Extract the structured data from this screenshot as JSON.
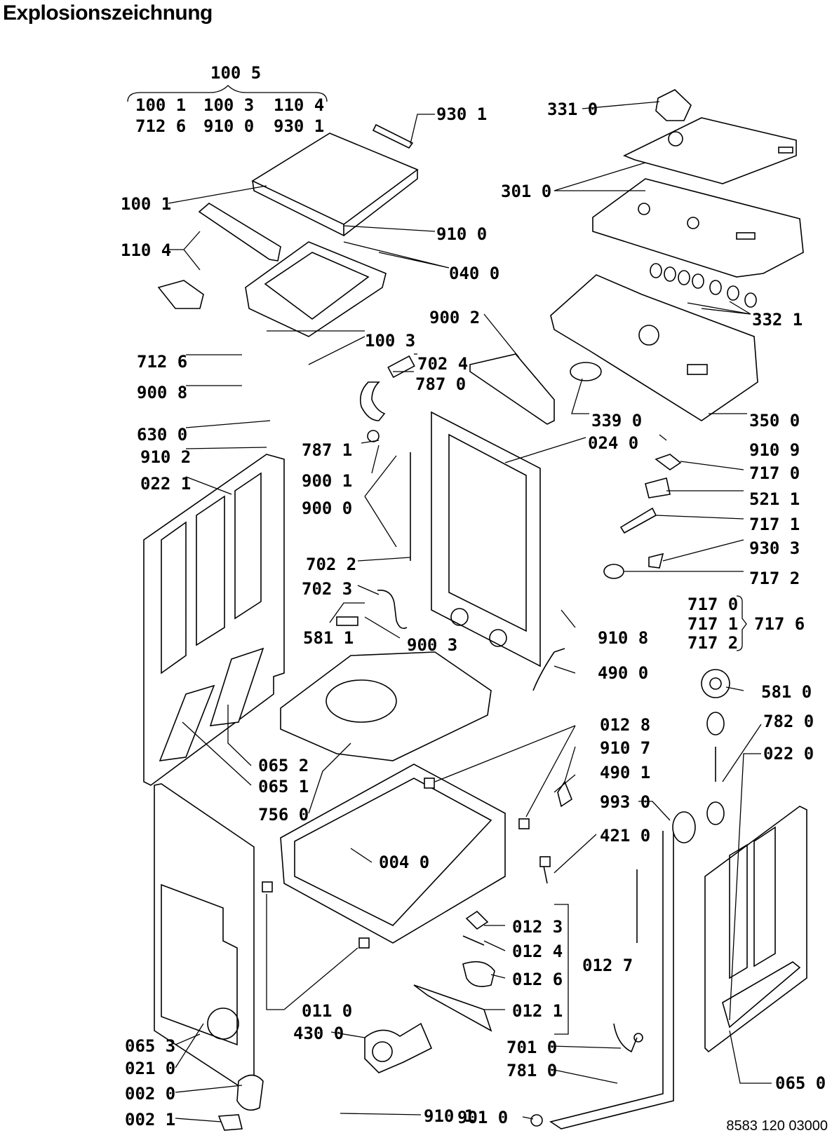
{
  "title": "Explosionszeichnung",
  "doc_number": "8583 120 03000",
  "group_header": {
    "label": "100 5",
    "rows": [
      [
        "100 1",
        "100 3",
        "110 4"
      ],
      [
        "712 6",
        "910 0",
        "930 1"
      ]
    ]
  },
  "group_717": {
    "items": [
      "717 0",
      "717 1",
      "717 2"
    ],
    "target": "717 6"
  },
  "group_012": {
    "target": "012 7"
  },
  "labels": [
    "930 1",
    "331 0",
    "301 0",
    "100 1",
    "110 4",
    "910 0",
    "040 0",
    "332 1",
    "900 2",
    "100 3",
    "702 4",
    "712 6",
    "787 0",
    "900 8",
    "339 0",
    "350 0",
    "630 0",
    "024 0",
    "787 1",
    "910 9",
    "910 2",
    "900 1",
    "717 0",
    "022 1",
    "521 1",
    "900 0",
    "717 1",
    "930 3",
    "702 2",
    "717 2",
    "702 3",
    "581 1",
    "910 8",
    "900 3",
    "490 0",
    "581 0",
    "012 8",
    "782 0",
    "065 2",
    "910 7",
    "022 0",
    "065 1",
    "490 1",
    "756 0",
    "993 0",
    "421 0",
    "004 0",
    "012 3",
    "012 4",
    "012 6",
    "011 0",
    "012 1",
    "430 0",
    "065 3",
    "701 0",
    "021 0",
    "781 0",
    "065 0",
    "002 0",
    "901 0",
    "002 1",
    "910 1"
  ]
}
